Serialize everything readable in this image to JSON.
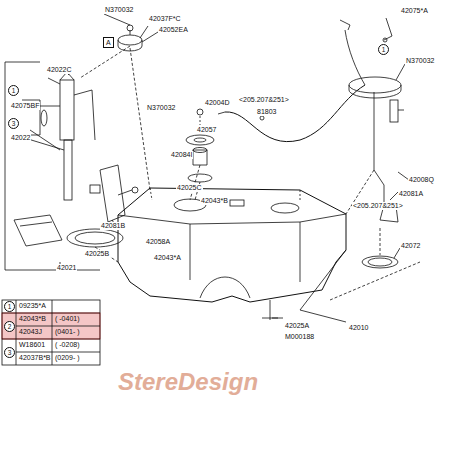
{
  "diagram": {
    "nodes": [
      {
        "text": [
          "A"
        ]
      }
    ],
    "labels": [
      "N370032",
      "42037F*C",
      "42052EA",
      "42022C",
      "1",
      "42075BF",
      "3",
      "42022",
      "42081B",
      "42058A",
      "42025B",
      "42021",
      "N370032",
      "42004D",
      "<205.207&251>",
      "81803",
      "42057",
      "42084I",
      "42025C",
      "42043*B",
      "42043*A",
      "42075*A",
      "1",
      "N370032",
      "42008Q",
      "42081A",
      "<205.207&251>",
      "42072",
      "42025A",
      "42010",
      "M000188",
      "1",
      "09235*A",
      "2",
      "42043*B",
      "( -0401)",
      "42043J",
      "(0401- )",
      "3",
      "W18601",
      "( -0208)",
      "42037B*B",
      "(0209- )",
      "StereDesign"
    ]
  }
}
